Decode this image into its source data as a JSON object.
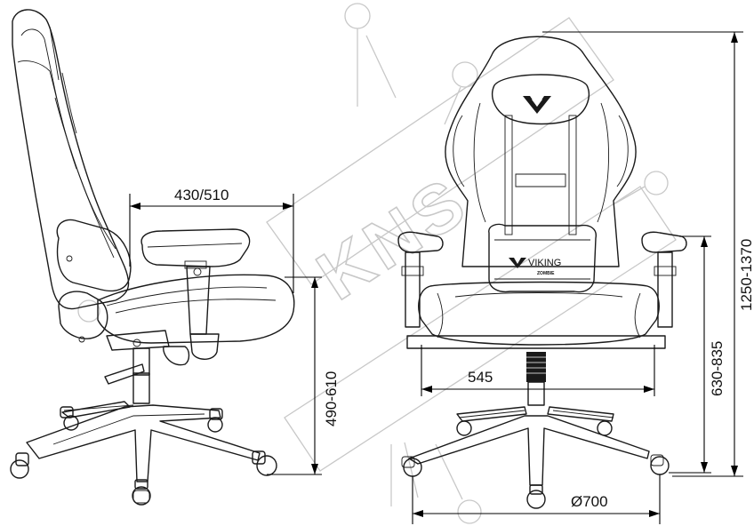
{
  "dimensions": {
    "arm_depth": "430/510",
    "seat_height": "490-610",
    "seat_width": "545",
    "arm_height": "630-835",
    "total_height": "1250-1370",
    "base_diameter": "Ø700"
  },
  "branding": {
    "logo_text": "VIKING",
    "logo_sub": "ZOMBIE",
    "watermark": "KNS"
  },
  "colors": {
    "line": "#1a1a1a",
    "watermark": "#c8c8c8",
    "background": "#ffffff"
  }
}
